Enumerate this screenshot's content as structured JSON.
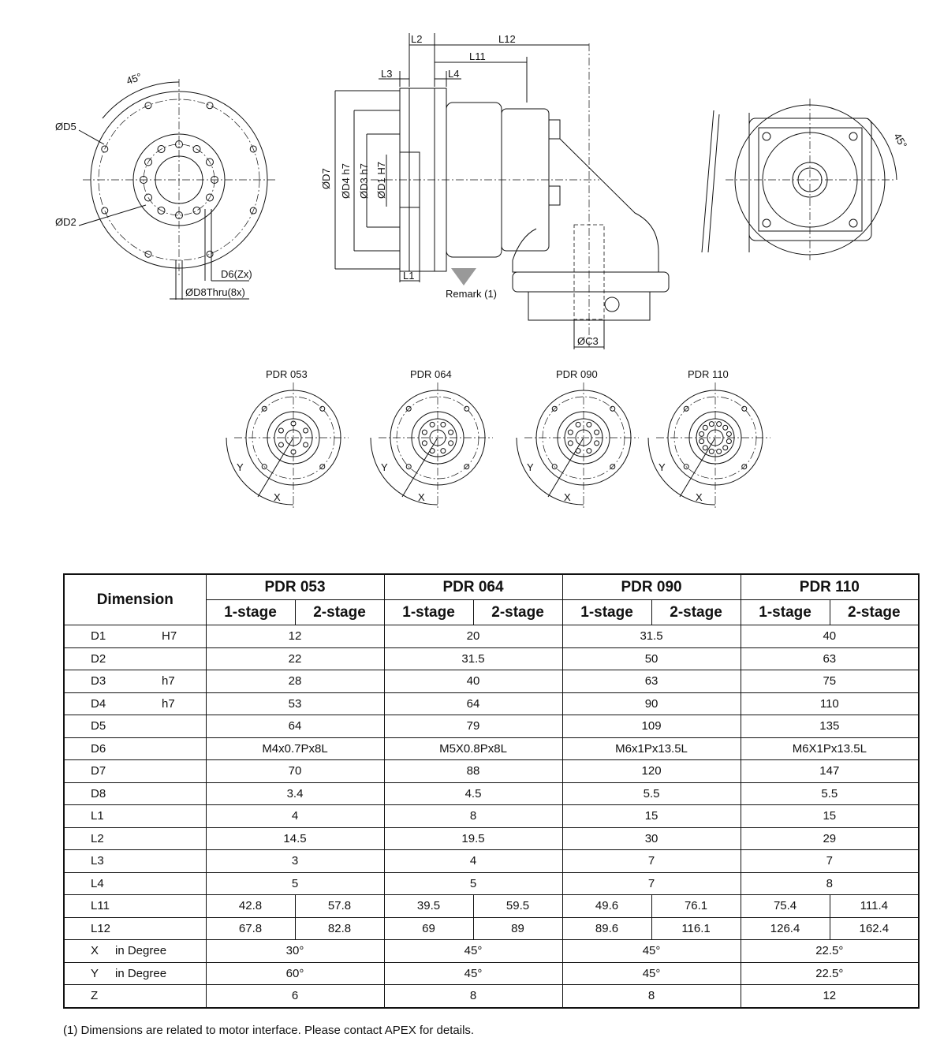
{
  "drawing": {
    "front_view": {
      "angle": "45°",
      "d5": "ØD5",
      "d2": "ØD2",
      "d6": "D6(Zx)",
      "d8": "ØD8Thru(8x)"
    },
    "side_view": {
      "l2": "L2",
      "l12": "L12",
      "l11": "L11",
      "l3": "L3",
      "l4": "L4",
      "d7": "ØD7",
      "d4": "ØD4 h7",
      "d3": "ØD3 h7",
      "d1": "ØD1 H7",
      "l1": "L1",
      "remark": "Remark (1)",
      "c3": "ØC3"
    },
    "end_view": {
      "angle": "45°"
    },
    "pattern_views": [
      {
        "title": "PDR 053",
        "x": "X",
        "y": "Y"
      },
      {
        "title": "PDR 064",
        "x": "X",
        "y": "Y"
      },
      {
        "title": "PDR 090",
        "x": "X",
        "y": "Y"
      },
      {
        "title": "PDR 110",
        "x": "X",
        "y": "Y"
      }
    ]
  },
  "table": {
    "dimension_header": "Dimension",
    "models": [
      "PDR 053",
      "PDR 064",
      "PDR 090",
      "PDR 110"
    ],
    "stages": [
      "1-stage",
      "2-stage"
    ],
    "rows": [
      {
        "label": "D1",
        "tol": "H7",
        "values": [
          "12",
          "20",
          "31.5",
          "40"
        ]
      },
      {
        "label": "D2",
        "tol": "",
        "values": [
          "22",
          "31.5",
          "50",
          "63"
        ]
      },
      {
        "label": "D3",
        "tol": "h7",
        "values": [
          "28",
          "40",
          "63",
          "75"
        ]
      },
      {
        "label": "D4",
        "tol": "h7",
        "values": [
          "53",
          "64",
          "90",
          "110"
        ]
      },
      {
        "label": "D5",
        "tol": "",
        "values": [
          "64",
          "79",
          "109",
          "135"
        ]
      },
      {
        "label": "D6",
        "tol": "",
        "values": [
          "M4x0.7Px8L",
          "M5X0.8Px8L",
          "M6x1Px13.5L",
          "M6X1Px13.5L"
        ]
      },
      {
        "label": "D7",
        "tol": "",
        "values": [
          "70",
          "88",
          "120",
          "147"
        ]
      },
      {
        "label": "D8",
        "tol": "",
        "values": [
          "3.4",
          "4.5",
          "5.5",
          "5.5"
        ]
      },
      {
        "label": "L1",
        "tol": "",
        "values": [
          "4",
          "8",
          "15",
          "15"
        ]
      },
      {
        "label": "L2",
        "tol": "",
        "values": [
          "14.5",
          "19.5",
          "30",
          "29"
        ]
      },
      {
        "label": "L3",
        "tol": "",
        "values": [
          "3",
          "4",
          "7",
          "7"
        ]
      },
      {
        "label": "L4",
        "tol": "",
        "values": [
          "5",
          "5",
          "7",
          "8"
        ]
      },
      {
        "label": "L11",
        "tol": "",
        "values": [
          "42.8",
          "57.8",
          "39.5",
          "59.5",
          "49.6",
          "76.1",
          "75.4",
          "111.4"
        ]
      },
      {
        "label": "L12",
        "tol": "",
        "values": [
          "67.8",
          "82.8",
          "69",
          "89",
          "89.6",
          "116.1",
          "126.4",
          "162.4"
        ]
      },
      {
        "label": "X",
        "tol": "in Degree",
        "values": [
          "30°",
          "45°",
          "45°",
          "22.5°"
        ]
      },
      {
        "label": "Y",
        "tol": "in Degree",
        "values": [
          "60°",
          "45°",
          "45°",
          "22.5°"
        ]
      },
      {
        "label": "Z",
        "tol": "",
        "values": [
          "6",
          "8",
          "8",
          "12"
        ]
      }
    ]
  },
  "footnote": "(1) Dimensions are related to motor interface. Please contact APEX for details."
}
